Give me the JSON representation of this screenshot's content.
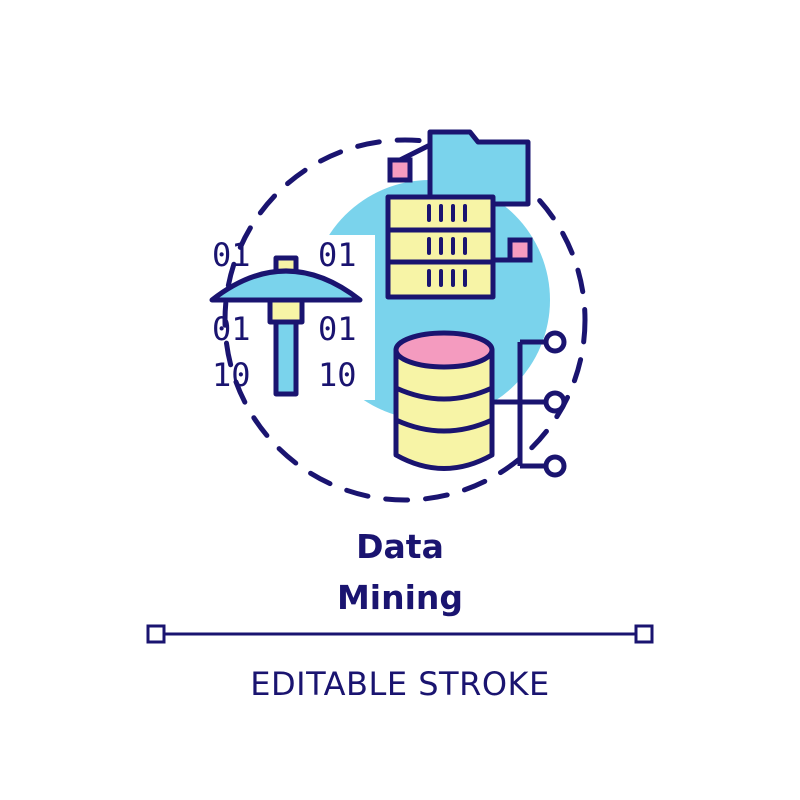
{
  "title": {
    "line1": "Data",
    "line2": "Mining"
  },
  "subtitle": "EDITABLE STROKE",
  "binary": {
    "top_left": "01",
    "top_right": "01",
    "mid_left": "01",
    "mid_right": "01",
    "bottom_left": "10",
    "bottom_right": "10"
  },
  "colors": {
    "outline": "#1a1470",
    "blue": "#7ad3ec",
    "yellow": "#f7f4a6",
    "pink": "#f49bbf",
    "background": "#ffffff"
  },
  "icons": [
    "pickaxe-icon",
    "folder-icon",
    "server-rack-icon",
    "database-icon",
    "network-nodes-icon"
  ]
}
